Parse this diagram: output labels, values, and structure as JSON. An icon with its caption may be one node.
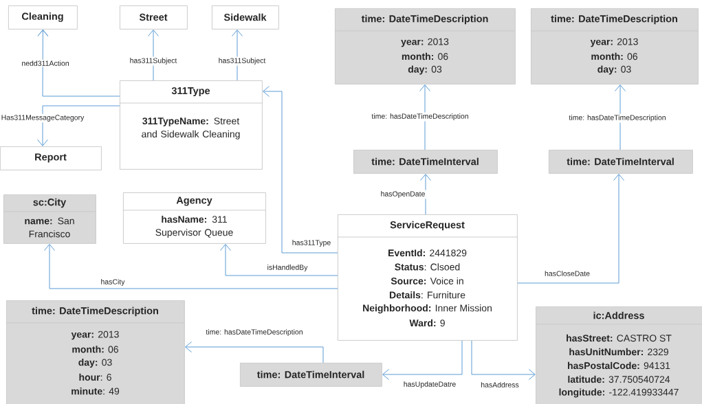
{
  "diagram": {
    "nodes": [
      {
        "text": [
          "Cleaning"
        ]
      },
      {
        "text": [
          "Street"
        ]
      },
      {
        "text": [
          "Sidewalk"
        ]
      },
      {
        "text": [
          "311Type",
          "**311TypeName:** Street and Sidewalk Cleaning"
        ]
      },
      {
        "text": [
          "Report"
        ]
      },
      {
        "text": [
          "sc:City",
          "**name:** San Francisco"
        ]
      },
      {
        "text": [
          "Agency",
          "**hasName:** 311 Supervisor Queue"
        ]
      },
      {
        "text": [
          "time: DateTimeDescription",
          "**year:** 2013",
          "**month:** 06",
          "**day:** 03"
        ]
      },
      {
        "text": [
          "time: DateTimeDescription",
          "**year:** 2013",
          "**month:** 06",
          "**day:** 03"
        ]
      },
      {
        "text": [
          "time: DateTimeInterval"
        ]
      },
      {
        "text": [
          "time: DateTimeInterval"
        ]
      },
      {
        "text": [
          "ServiceRequest",
          "**EventId:** 2441829",
          "**Status**: Clsoed",
          "**Source:** Voice in",
          "**Details**: Furniture",
          "**Neighborhood:** Inner Mission",
          "**Ward:** 9"
        ]
      },
      {
        "text": [
          "time: DateTimeDescription",
          "**year:** 2013",
          "**month:** 06",
          "**day:** 03",
          "**hour**: 6",
          "**minute**: 49"
        ]
      },
      {
        "text": [
          "time: DateTimeInterval"
        ]
      },
      {
        "text": [
          "ic:Address",
          "**hasStreet:** CASTRO ST",
          "**hasUnitNumber:** 2329",
          "**hasPostalCode:** 94131",
          "**latitude:** 37.750540724",
          "**longitude:** -122.419933447"
        ]
      }
    ],
    "edges": [
      {
        "from": 3,
        "to": 0,
        "arrow": "to",
        "label": "nedd311Action"
      },
      {
        "from": 3,
        "to": 1,
        "arrow": "to",
        "label": "has311Subject"
      },
      {
        "from": 3,
        "to": 2,
        "arrow": "to",
        "label": "has311Subject"
      },
      {
        "from": 3,
        "to": 4,
        "arrow": "to",
        "label": "Has311MessageCategory"
      },
      {
        "from": 11,
        "to": 3,
        "arrow": "to",
        "label": "has311Type"
      },
      {
        "from": 11,
        "to": 6,
        "arrow": "to",
        "label": "isHandledBy"
      },
      {
        "from": 11,
        "to": 5,
        "arrow": "to",
        "label": "hasCity"
      },
      {
        "from": 11,
        "to": 9,
        "arrow": "to",
        "label": "hasOpenDate"
      },
      {
        "from": 9,
        "to": 7,
        "arrow": "to",
        "label": "time: hasDateTimeDescription"
      },
      {
        "from": 10,
        "to": 8,
        "arrow": "to",
        "label": "time: hasDateTimeDescription"
      },
      {
        "from": 11,
        "to": 10,
        "arrow": "to",
        "label": "hasCloseDate"
      },
      {
        "from": 11,
        "to": 13,
        "arrow": "to",
        "label": "hasUpdateDatre"
      },
      {
        "from": 11,
        "to": 14,
        "arrow": "to",
        "label": "hasAddress"
      },
      {
        "from": 13,
        "to": 12,
        "arrow": "to",
        "label": "time: hasDateTimeDescription"
      }
    ]
  }
}
